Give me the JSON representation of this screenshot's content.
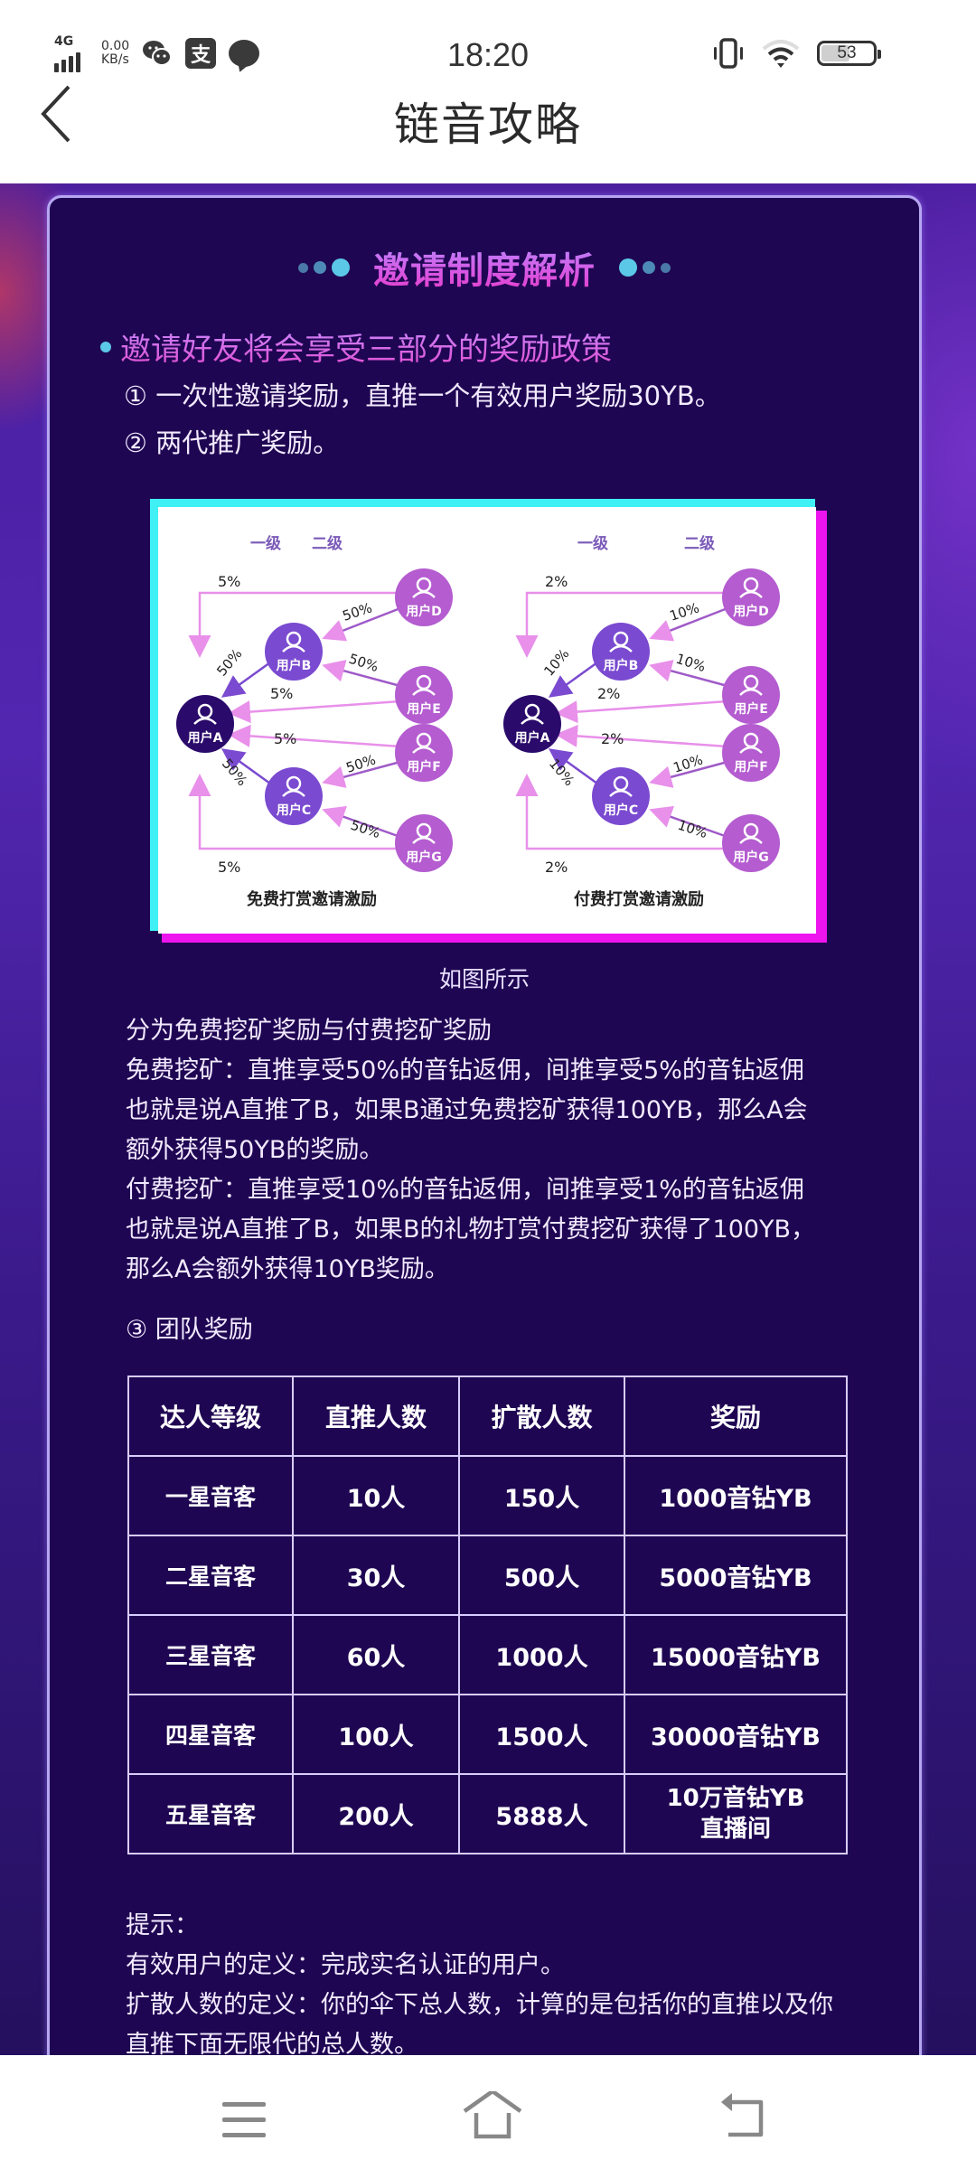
{
  "status_bar": {
    "network": "4G",
    "speed_value": "0.00",
    "speed_unit": "KB/s",
    "apps": [
      "wechat-icon",
      "alipay-icon",
      "message-icon"
    ],
    "alipay_glyph": "支",
    "time": "18:20",
    "battery": "53"
  },
  "header": {
    "title": "链音攻略",
    "back_icon": "chevron-left-icon"
  },
  "card": {
    "title": "邀请制度解析",
    "headline": "邀请好友将会享受三部分的奖励政策",
    "items": [
      "① 一次性邀请奖励，直推一个有效用户奖励30YB。",
      "② 两代推广奖励。"
    ],
    "colors": {
      "card_bg": "#1f0652",
      "title_gradient_top": "#b68cff",
      "title_gradient_bottom": "#e43cc8",
      "bullet": "#5cc8e8",
      "frame_cyan": "#3ff0f4",
      "frame_magenta": "#ee14ee"
    }
  },
  "diagram": {
    "level1_label": "一级",
    "level2_label": "二级",
    "free": {
      "caption": "免费打赏邀请激励",
      "direct_pct": "50%",
      "indirect_pct": "5%"
    },
    "paid": {
      "caption": "付费打赏邀请激励",
      "direct_pct": "10%",
      "indirect_pct": "2%"
    },
    "nodes": {
      "a": "用户A",
      "b": "用户B",
      "c": "用户C",
      "d": "用户D",
      "e": "用户E",
      "f": "用户F",
      "g": "用户G"
    },
    "node_colors": {
      "root": "#2a0a6a",
      "level1": "#7a4ad0",
      "level2": "#b45cd0"
    }
  },
  "figure_caption": "如图所示",
  "paragraph": [
    "分为免费挖矿奖励与付费挖矿奖励",
    "免费挖矿：直推享受50%的音钻返佣，间推享受5%的音钻返佣",
    "也就是说A直推了B，如果B通过免费挖矿获得100YB，那么A会",
    "额外获得50YB的奖励。",
    "付费挖矿：直推享受10%的音钻返佣，间推享受1%的音钻返佣",
    "也就是说A直推了B，如果B的礼物打赏付费挖矿获得了100YB，",
    "那么A会额外获得10YB奖励。"
  ],
  "team_label": "③ 团队奖励",
  "team_table": {
    "headers": [
      "达人等级",
      "直推人数",
      "扩散人数",
      "奖励"
    ],
    "rows": [
      [
        "一星音客",
        "10人",
        "150人",
        "1000音钻YB"
      ],
      [
        "二星音客",
        "30人",
        "500人",
        "5000音钻YB"
      ],
      [
        "三星音客",
        "60人",
        "1000人",
        "15000音钻YB"
      ],
      [
        "四星音客",
        "100人",
        "1500人",
        "30000音钻YB"
      ],
      [
        "五星音客",
        "200人",
        "5888人",
        "10万音钻YB",
        "直播间"
      ]
    ]
  },
  "tips": [
    "提示：",
    "有效用户的定义：完成实名认证的用户。",
    "扩散人数的定义：你的伞下总人数，计算的是包括你的直推以及你",
    "直推下面无限代的总人数。"
  ],
  "system_nav": {
    "menu": "menu-icon",
    "home": "home-icon",
    "back": "back-icon"
  }
}
